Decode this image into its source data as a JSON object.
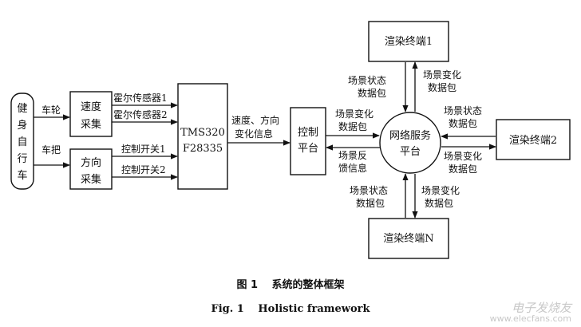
{
  "nodes": {
    "bike": [
      "健",
      "身",
      "自",
      "行",
      "车"
    ],
    "speed": [
      "速度",
      "采集"
    ],
    "direction": [
      "方向",
      "采集"
    ],
    "dsp": [
      "TMS320",
      "F28335"
    ],
    "control": [
      "控制",
      "平台"
    ],
    "server": [
      "网络服务",
      "平台"
    ],
    "render1": "渲染终端1",
    "render2": "渲染终端2",
    "renderN": "渲染终端N"
  },
  "labels": {
    "wheel": "车轮",
    "handlebar": "车把",
    "hall1": "霍尔传感器1",
    "hall2": "霍尔传感器2",
    "switch1": "控制开关1",
    "switch2": "控制开关2",
    "speed_dir": [
      "速度、方向",
      "变化信息"
    ],
    "scene_change_up": [
      "场景变化",
      "数据包"
    ],
    "scene_feedback": [
      "场景反",
      "馈信息"
    ],
    "top_status": [
      "场景状态",
      "数据包"
    ],
    "top_change": [
      "场景变化",
      "数据包"
    ],
    "right_status": [
      "场景状态",
      "数据包"
    ],
    "right_change": [
      "场景变化",
      "数据包"
    ],
    "bottom_status": [
      "场景状态",
      "数据包"
    ],
    "bottom_change": [
      "场景变化",
      "数据包"
    ]
  },
  "caption": {
    "cn": "图 1　 系统的整体框架",
    "en": "Fig. 1　 Holistic framework"
  },
  "watermark": {
    "brand": "电子发烧友",
    "url": "www.elecfans.com"
  }
}
